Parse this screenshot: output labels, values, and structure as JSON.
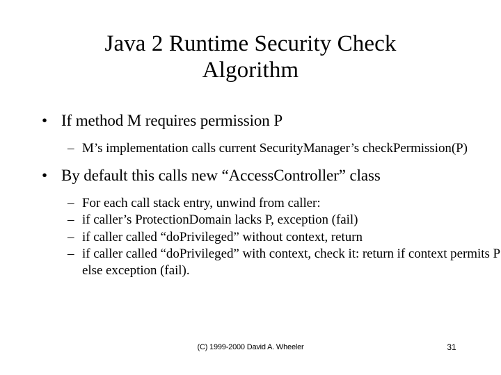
{
  "slide": {
    "title_line1": "Java 2 Runtime Security Check",
    "title_line2": "Algorithm",
    "bullet_marker_level1": "•",
    "bullet_marker_level2": "–",
    "content": [
      {
        "level": 1,
        "text": "If method M requires permission P"
      },
      {
        "level": 2,
        "text": "M’s implementation calls current SecurityManager’s checkPermission(P)"
      },
      {
        "level": 1,
        "text": "By default this calls new “AccessController” class"
      },
      {
        "level": 2,
        "text": "For each call stack entry, unwind from caller:"
      },
      {
        "level": 2,
        "text": " if caller’s ProtectionDomain lacks P, exception (fail)"
      },
      {
        "level": 2,
        "text": " if caller called “doPrivileged” without context, return"
      },
      {
        "level": 2,
        "text": " if caller called “doPrivileged” with context, check it: return if context permits P else exception (fail)."
      }
    ]
  },
  "footer": {
    "credit": "(C) 1999-2000 David A. Wheeler",
    "page_number": "31"
  }
}
